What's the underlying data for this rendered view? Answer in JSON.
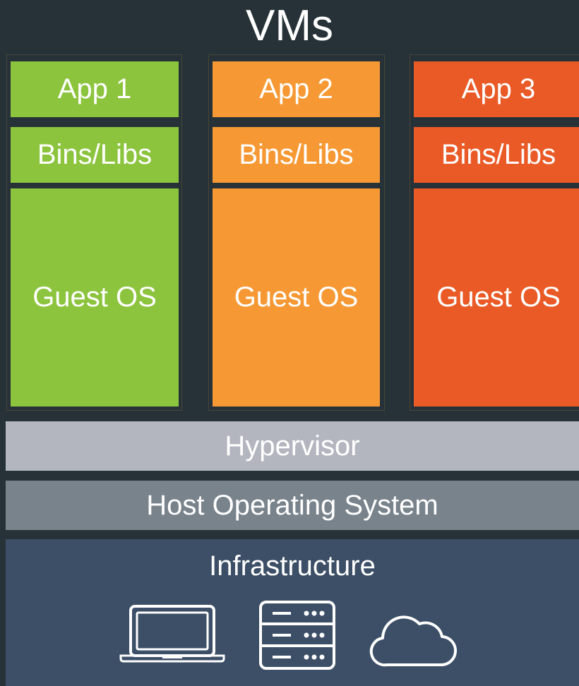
{
  "title": "VMs",
  "vms": [
    {
      "app": "App 1",
      "bins": "Bins/Libs",
      "os": "Guest OS",
      "color": "#8cc43e"
    },
    {
      "app": "App 2",
      "bins": "Bins/Libs",
      "os": "Guest OS",
      "color": "#f69934"
    },
    {
      "app": "App 3",
      "bins": "Bins/Libs",
      "os": "Guest OS",
      "color": "#ea5a26"
    }
  ],
  "layers": {
    "hypervisor": "Hypervisor",
    "host_os": "Host Operating System",
    "infrastructure": "Infrastructure"
  },
  "colors": {
    "background": "#263238",
    "hypervisor": "#b3b6bf",
    "host_os": "#79838c",
    "infrastructure": "#3c4f67"
  },
  "icons": [
    "laptop-icon",
    "server-icon",
    "cloud-icon"
  ]
}
